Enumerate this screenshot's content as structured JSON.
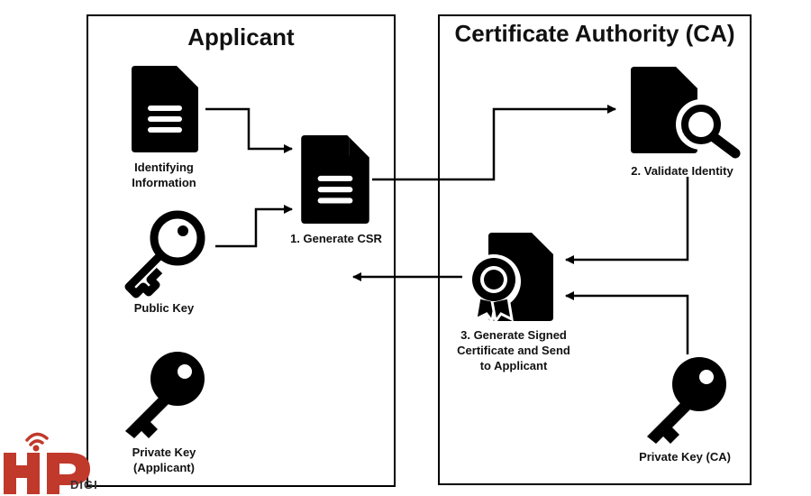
{
  "panels": {
    "applicant": {
      "title": "Applicant"
    },
    "ca": {
      "title": "Certificate Authority (CA)"
    }
  },
  "nodes": {
    "identifying_info": {
      "label": "Identifying\nInformation",
      "icon": "document-icon"
    },
    "public_key": {
      "label": "Public Key",
      "icon": "key-outline-icon"
    },
    "private_key_applicant": {
      "label": "Private Key\n(Applicant)",
      "icon": "key-icon"
    },
    "generate_csr": {
      "label": "1. Generate CSR",
      "icon": "document-icon"
    },
    "validate_identity": {
      "label": "2. Validate Identity",
      "icon": "document-search-icon"
    },
    "signed_certificate": {
      "label": "3. Generate Signed\nCertificate and Send\nto Applicant",
      "icon": "certificate-icon"
    },
    "private_key_ca": {
      "label": "Private Key (CA)",
      "icon": "key-icon"
    }
  },
  "logo": {
    "text": "HP",
    "subtext": "DIGI",
    "color": "#c0392b"
  }
}
